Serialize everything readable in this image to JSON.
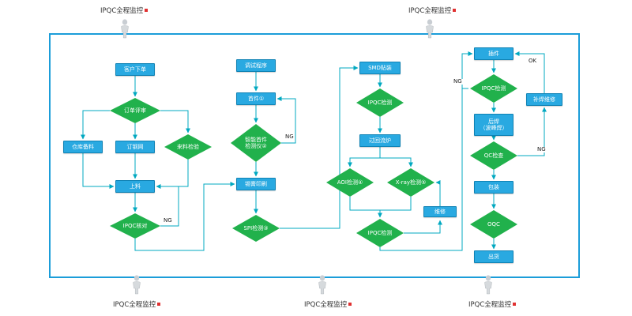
{
  "monitors": {
    "top_left": "IPQC全程监控",
    "top_right": "IPQC全程监控",
    "bottom_left": "IPQC全程监控",
    "bottom_center": "IPQC全程监控",
    "bottom_right": "IPQC全程监控"
  },
  "edge_labels": {
    "ng": "NG",
    "ok": "OK"
  },
  "nodes": {
    "customer_order": "客户下单",
    "order_review": "订单评审",
    "warehouse_prep": "仓库备料",
    "order_stencil": "订钢网",
    "incoming_inspection": "来料检验",
    "loading": "上料",
    "ipqc_check": "IPQC核对",
    "debug_program": "调试程序",
    "first_article": "首件①",
    "smart_first_tester": "智能首件\n检测仪②",
    "solder_paste_print": "锡膏印刷",
    "spi_inspection": "SPI检测③",
    "smd_placement": "SMD贴装",
    "ipqc_inspection_smd": "IPQC检测",
    "reflow_oven": "过回流炉",
    "aoi_inspection": "AOI检测④",
    "xray_inspection": "X-ray检测⑤",
    "repair": "维修",
    "ipqc_inspection_reflow": "IPQC检测",
    "insertion": "插件",
    "ipqc_inspection_insertion": "IPQC检测",
    "wave_soldering": "后焊\n（波峰焊）",
    "rework_repair": "补焊维修",
    "qc_check": "QC检查",
    "packaging": "包装",
    "oqc": "OQC",
    "shipment": "出货"
  },
  "colors": {
    "process_fill": "#29a9e1",
    "decision_fill": "#21b14c",
    "connector": "#00a8c0",
    "frame_border": "#1b9dd9"
  }
}
